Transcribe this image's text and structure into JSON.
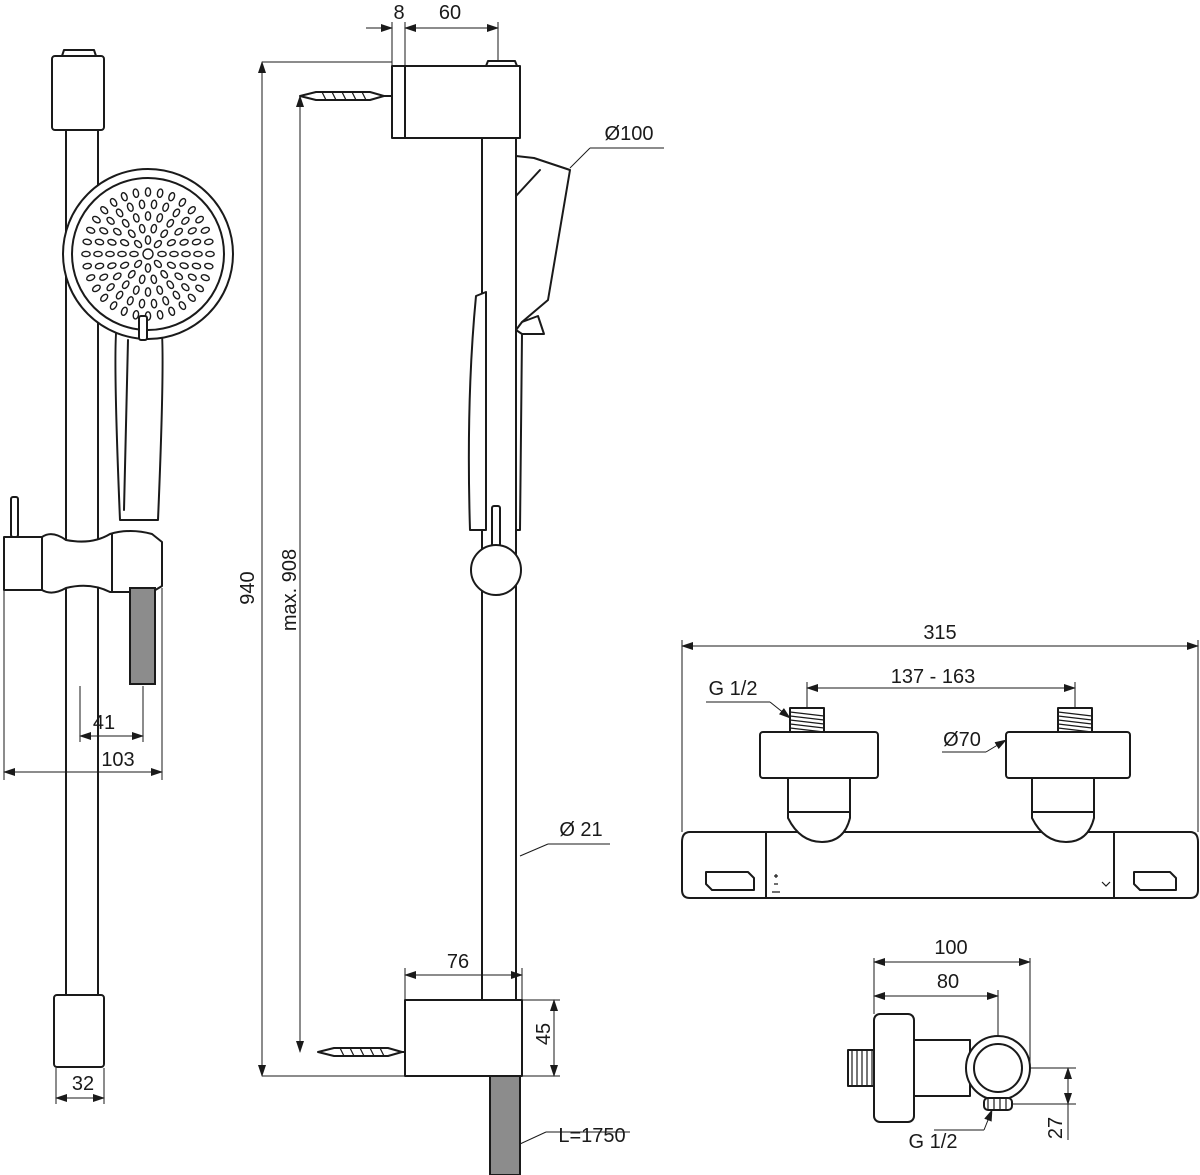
{
  "dimensions": {
    "d8": "8",
    "d60": "60",
    "d_dia100": "Ø100",
    "d940": "940",
    "d_max908": "max. 908",
    "d41": "41",
    "d103": "103",
    "d_dia21": "Ø 21",
    "d76": "76",
    "d45": "45",
    "d32": "32",
    "d_L1750": "L=1750",
    "d315": "315",
    "d137_163": "137 - 163",
    "d_g12_top": "G 1/2",
    "d_dia70": "Ø70",
    "d100": "100",
    "d80": "80",
    "d27": "27",
    "d_g12_bottom": "G 1/2"
  }
}
